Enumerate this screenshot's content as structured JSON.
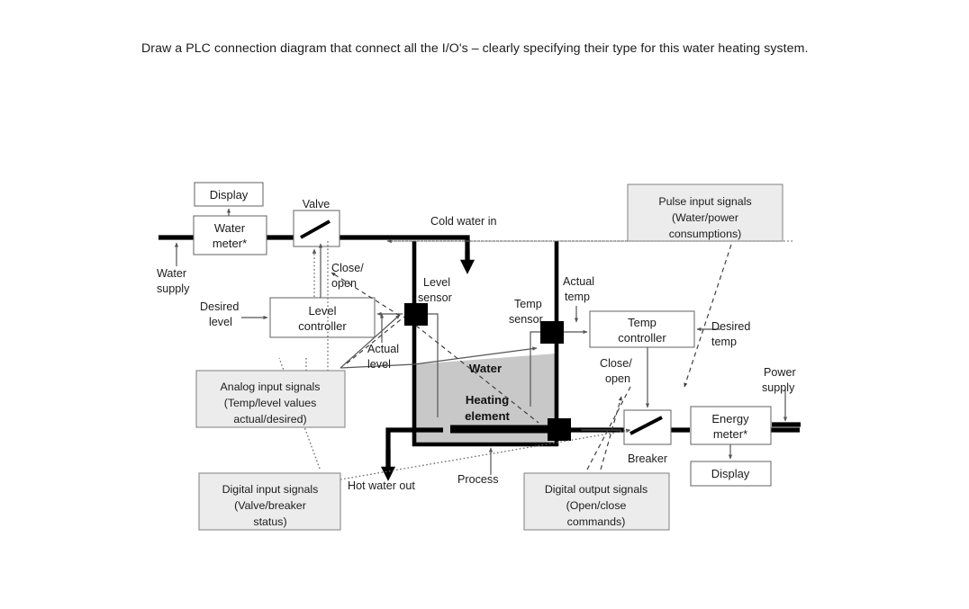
{
  "prompt": {
    "text": "Draw a PLC connection diagram that connect all the I/O's – clearly specifying their type for this water heating system."
  },
  "colors": {
    "callout_fill": "#ececec",
    "water_fill": "#c8c8c8",
    "pipe": "#000000",
    "box_stroke": "#6e6e6e",
    "text": "#1c1c1c"
  },
  "blocks": {
    "display_top": "Display",
    "water_meter": "Water\nmeter*",
    "water_meter_line1": "Water",
    "water_meter_line2": "meter*",
    "level_controller_line1": "Level",
    "level_controller_line2": "controller",
    "temp_controller_line1": "Temp",
    "temp_controller_line2": "controller",
    "energy_meter_line1": "Energy",
    "energy_meter_line2": "meter*",
    "display_bottom": "Display"
  },
  "labels": {
    "valve": "Valve",
    "cold_water_in": "Cold water in",
    "water_supply_line1": "Water",
    "water_supply_line2": "supply",
    "desired_level_line1": "Desired",
    "desired_level_line2": "level",
    "close_open_left_line1": "Close/",
    "close_open_left_line2": "open",
    "level_sensor_line1": "Level",
    "level_sensor_line2": "sensor",
    "actual_level_line1": "Actual",
    "actual_level_line2": "level",
    "temp_sensor_line1": "Temp",
    "temp_sensor_line2": "sensor",
    "actual_temp_line1": "Actual",
    "actual_temp_line2": "temp",
    "desired_temp_line1": "Desired",
    "desired_temp_line2": "temp",
    "close_open_right_line1": "Close/",
    "close_open_right_line2": "open",
    "breaker": "Breaker",
    "power_supply_line1": "Power",
    "power_supply_line2": "supply",
    "hot_water_out": "Hot water out",
    "process": "Process",
    "water": "Water",
    "heating_element_line1": "Heating",
    "heating_element_line2": "element"
  },
  "callouts": {
    "pulse_input": {
      "line1": "Pulse input signals",
      "line2": "(Water/power",
      "line3": "consumptions)"
    },
    "analog_input": {
      "line1": "Analog input signals",
      "line2": "(Temp/level values",
      "line3": "actual/desired)"
    },
    "digital_input": {
      "line1": "Digital input signals",
      "line2": "(Valve/breaker",
      "line3": "status)"
    },
    "digital_output": {
      "line1": "Digital output signals",
      "line2": "(Open/close",
      "line3": "commands)"
    }
  }
}
